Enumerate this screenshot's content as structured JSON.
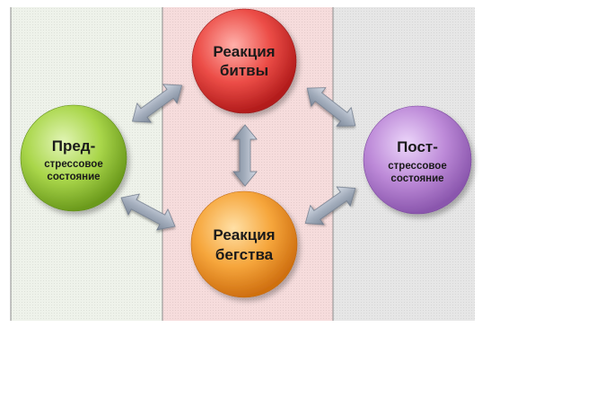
{
  "nodes": {
    "pre": {
      "title": "Пред-",
      "line2": "стрессовое",
      "line3": "состояние",
      "color": "#9acd32"
    },
    "fight": {
      "line1": "Реакция",
      "line2": "битвы",
      "color": "#e03a3a"
    },
    "flight": {
      "line1": "Реакция",
      "line2": "бегства",
      "color": "#f5a030"
    },
    "post": {
      "title": "Пост-",
      "line2": "стрессовое",
      "line3": "состояние",
      "color": "#b27ad0"
    }
  },
  "zones": {
    "left": "#eef2ea",
    "middle": "#f6dcdc",
    "right": "#e6e6e6"
  }
}
